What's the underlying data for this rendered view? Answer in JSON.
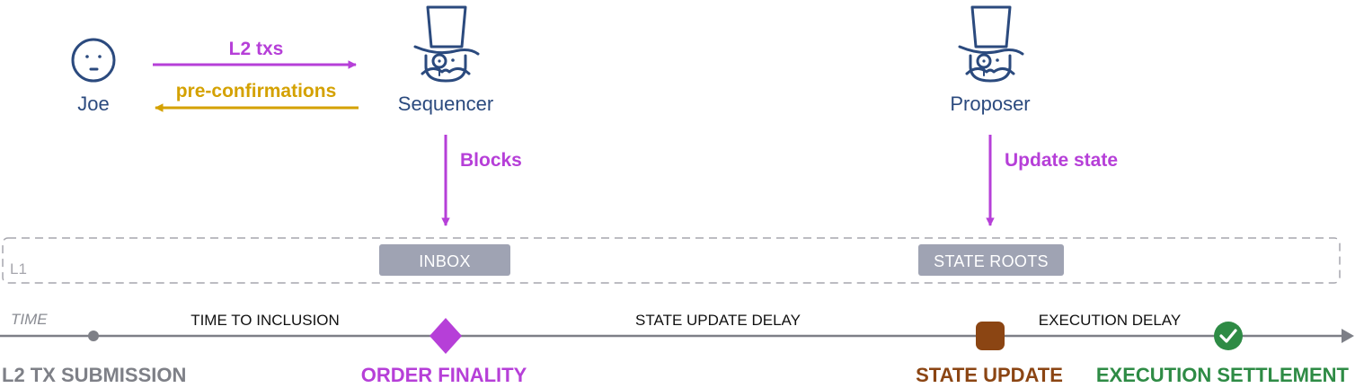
{
  "colors": {
    "actor": "#2b4a7e",
    "tx_flow": "#b63fd8",
    "confirmation_flow": "#d4a100",
    "l1_border": "#a6a6ad",
    "box_fill": "#9fa3b3",
    "box_text": "#ffffff",
    "timeline": "#7d7f87",
    "span_text": "#111111",
    "submission": "#7e8087",
    "order_finality": "#b63fd8",
    "state_update": "#8b4513",
    "execution_settlement": "#2e8b45"
  },
  "actors": {
    "joe": {
      "label": "Joe",
      "icon": "neutral-face-icon"
    },
    "sequencer": {
      "label": "Sequencer",
      "icon": "top-hat-monocle-icon"
    },
    "proposer": {
      "label": "Proposer",
      "icon": "top-hat-monocle-icon"
    }
  },
  "flows": {
    "l2_txs": "L2 txs",
    "pre_confirmations": "pre-confirmations",
    "blocks": "Blocks",
    "update_state": "Update state"
  },
  "l1": {
    "label": "L1",
    "inbox": "INBOX",
    "state_roots": "STATE ROOTS"
  },
  "timeline": {
    "time_label": "TIME",
    "spans": {
      "time_to_inclusion": "TIME TO INCLUSION",
      "state_update_delay": "STATE UPDATE DELAY",
      "execution_delay": "EXECUTION DELAY"
    },
    "milestones": {
      "l2_tx_submission": "L2 TX SUBMISSION",
      "order_finality": "ORDER FINALITY",
      "state_update": "STATE UPDATE",
      "execution_settlement": "EXECUTION SETTLEMENT"
    },
    "markers": {
      "submission": "dot-marker",
      "order_finality": "diamond-marker",
      "state_update": "rounded-square-marker",
      "execution_settlement": "check-circle-icon"
    }
  }
}
